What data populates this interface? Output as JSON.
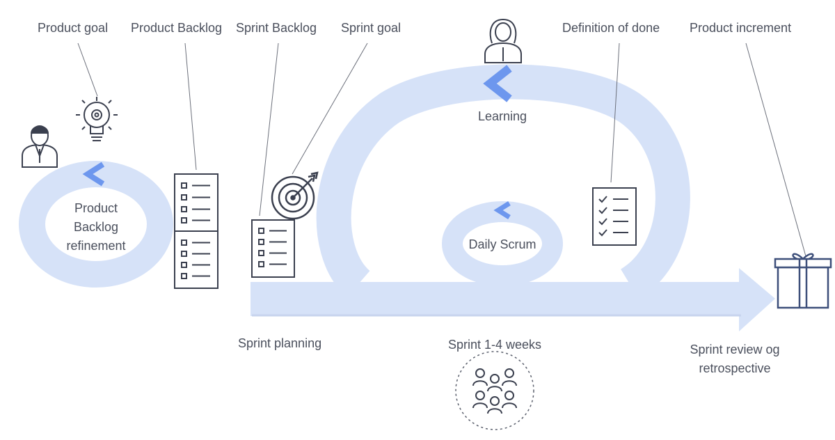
{
  "labels": {
    "product_goal": "Product goal",
    "product_backlog": "Product Backlog",
    "sprint_backlog": "Sprint Backlog",
    "sprint_goal": "Sprint goal",
    "definition_of_done": "Definition of done",
    "product_increment": "Product increment",
    "learning": "Learning",
    "refinement_line1": "Product",
    "refinement_line2": "Backlog",
    "refinement_line3": "refinement",
    "daily_scrum": "Daily Scrum",
    "sprint_planning": "Sprint planning",
    "sprint_length": "Sprint 1-4 weeks",
    "review_line1": "Sprint review og",
    "review_line2": "retrospective"
  },
  "icons": [
    "lightbulb-icon",
    "product-owner-icon",
    "scrum-master-icon",
    "backlog-list-icon",
    "sprint-backlog-list-icon",
    "target-icon",
    "checklist-icon",
    "gift-icon",
    "team-icon"
  ],
  "colors": {
    "flow": "#d6e2f8",
    "arrow_accent": "#6d97ee",
    "icon_stroke": "#3a3f4e",
    "gift_stroke": "#3d4f7a",
    "leader_line": "#6b6f7a",
    "text": "#4a4f5c"
  }
}
